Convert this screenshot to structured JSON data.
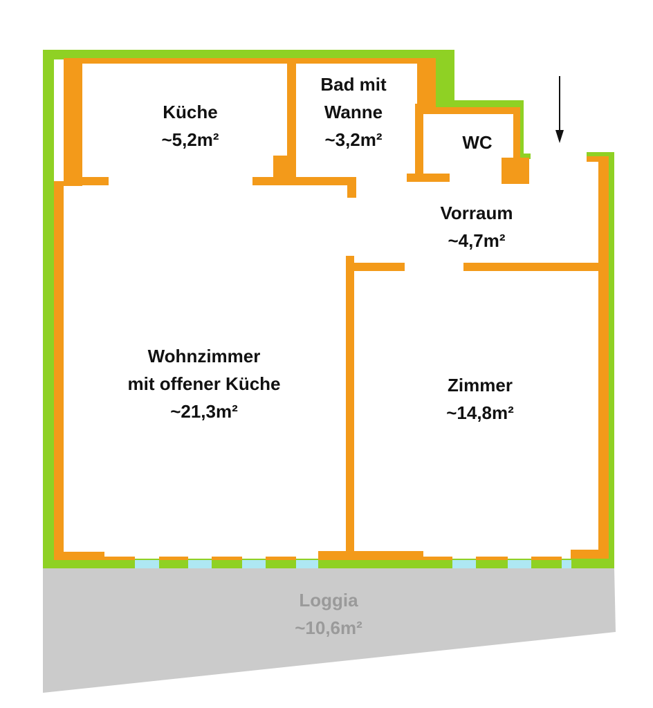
{
  "colors": {
    "exterior_wall": "#8fd124",
    "interior_wall": "#f39a1a",
    "window": "#aee8f3",
    "loggia": "#cbcbcb",
    "loggia_text": "#9a9a9a"
  },
  "rooms": {
    "kueche": {
      "name": "Küche",
      "area": "~5,2m²"
    },
    "bad": {
      "name_line1": "Bad mit",
      "name_line2": "Wanne",
      "area": "~3,2m²"
    },
    "wc": {
      "name": "WC"
    },
    "vorraum": {
      "name": "Vorraum",
      "area": "~4,7m²"
    },
    "wohnzimmer": {
      "name_line1": "Wohnzimmer",
      "name_line2": "mit offener Küche",
      "area": "~21,3m²"
    },
    "zimmer": {
      "name": "Zimmer",
      "area": "~14,8m²"
    },
    "loggia": {
      "name": "Loggia",
      "area": "~10,6m²"
    }
  },
  "entrance_arrow": "arrow-down-icon"
}
